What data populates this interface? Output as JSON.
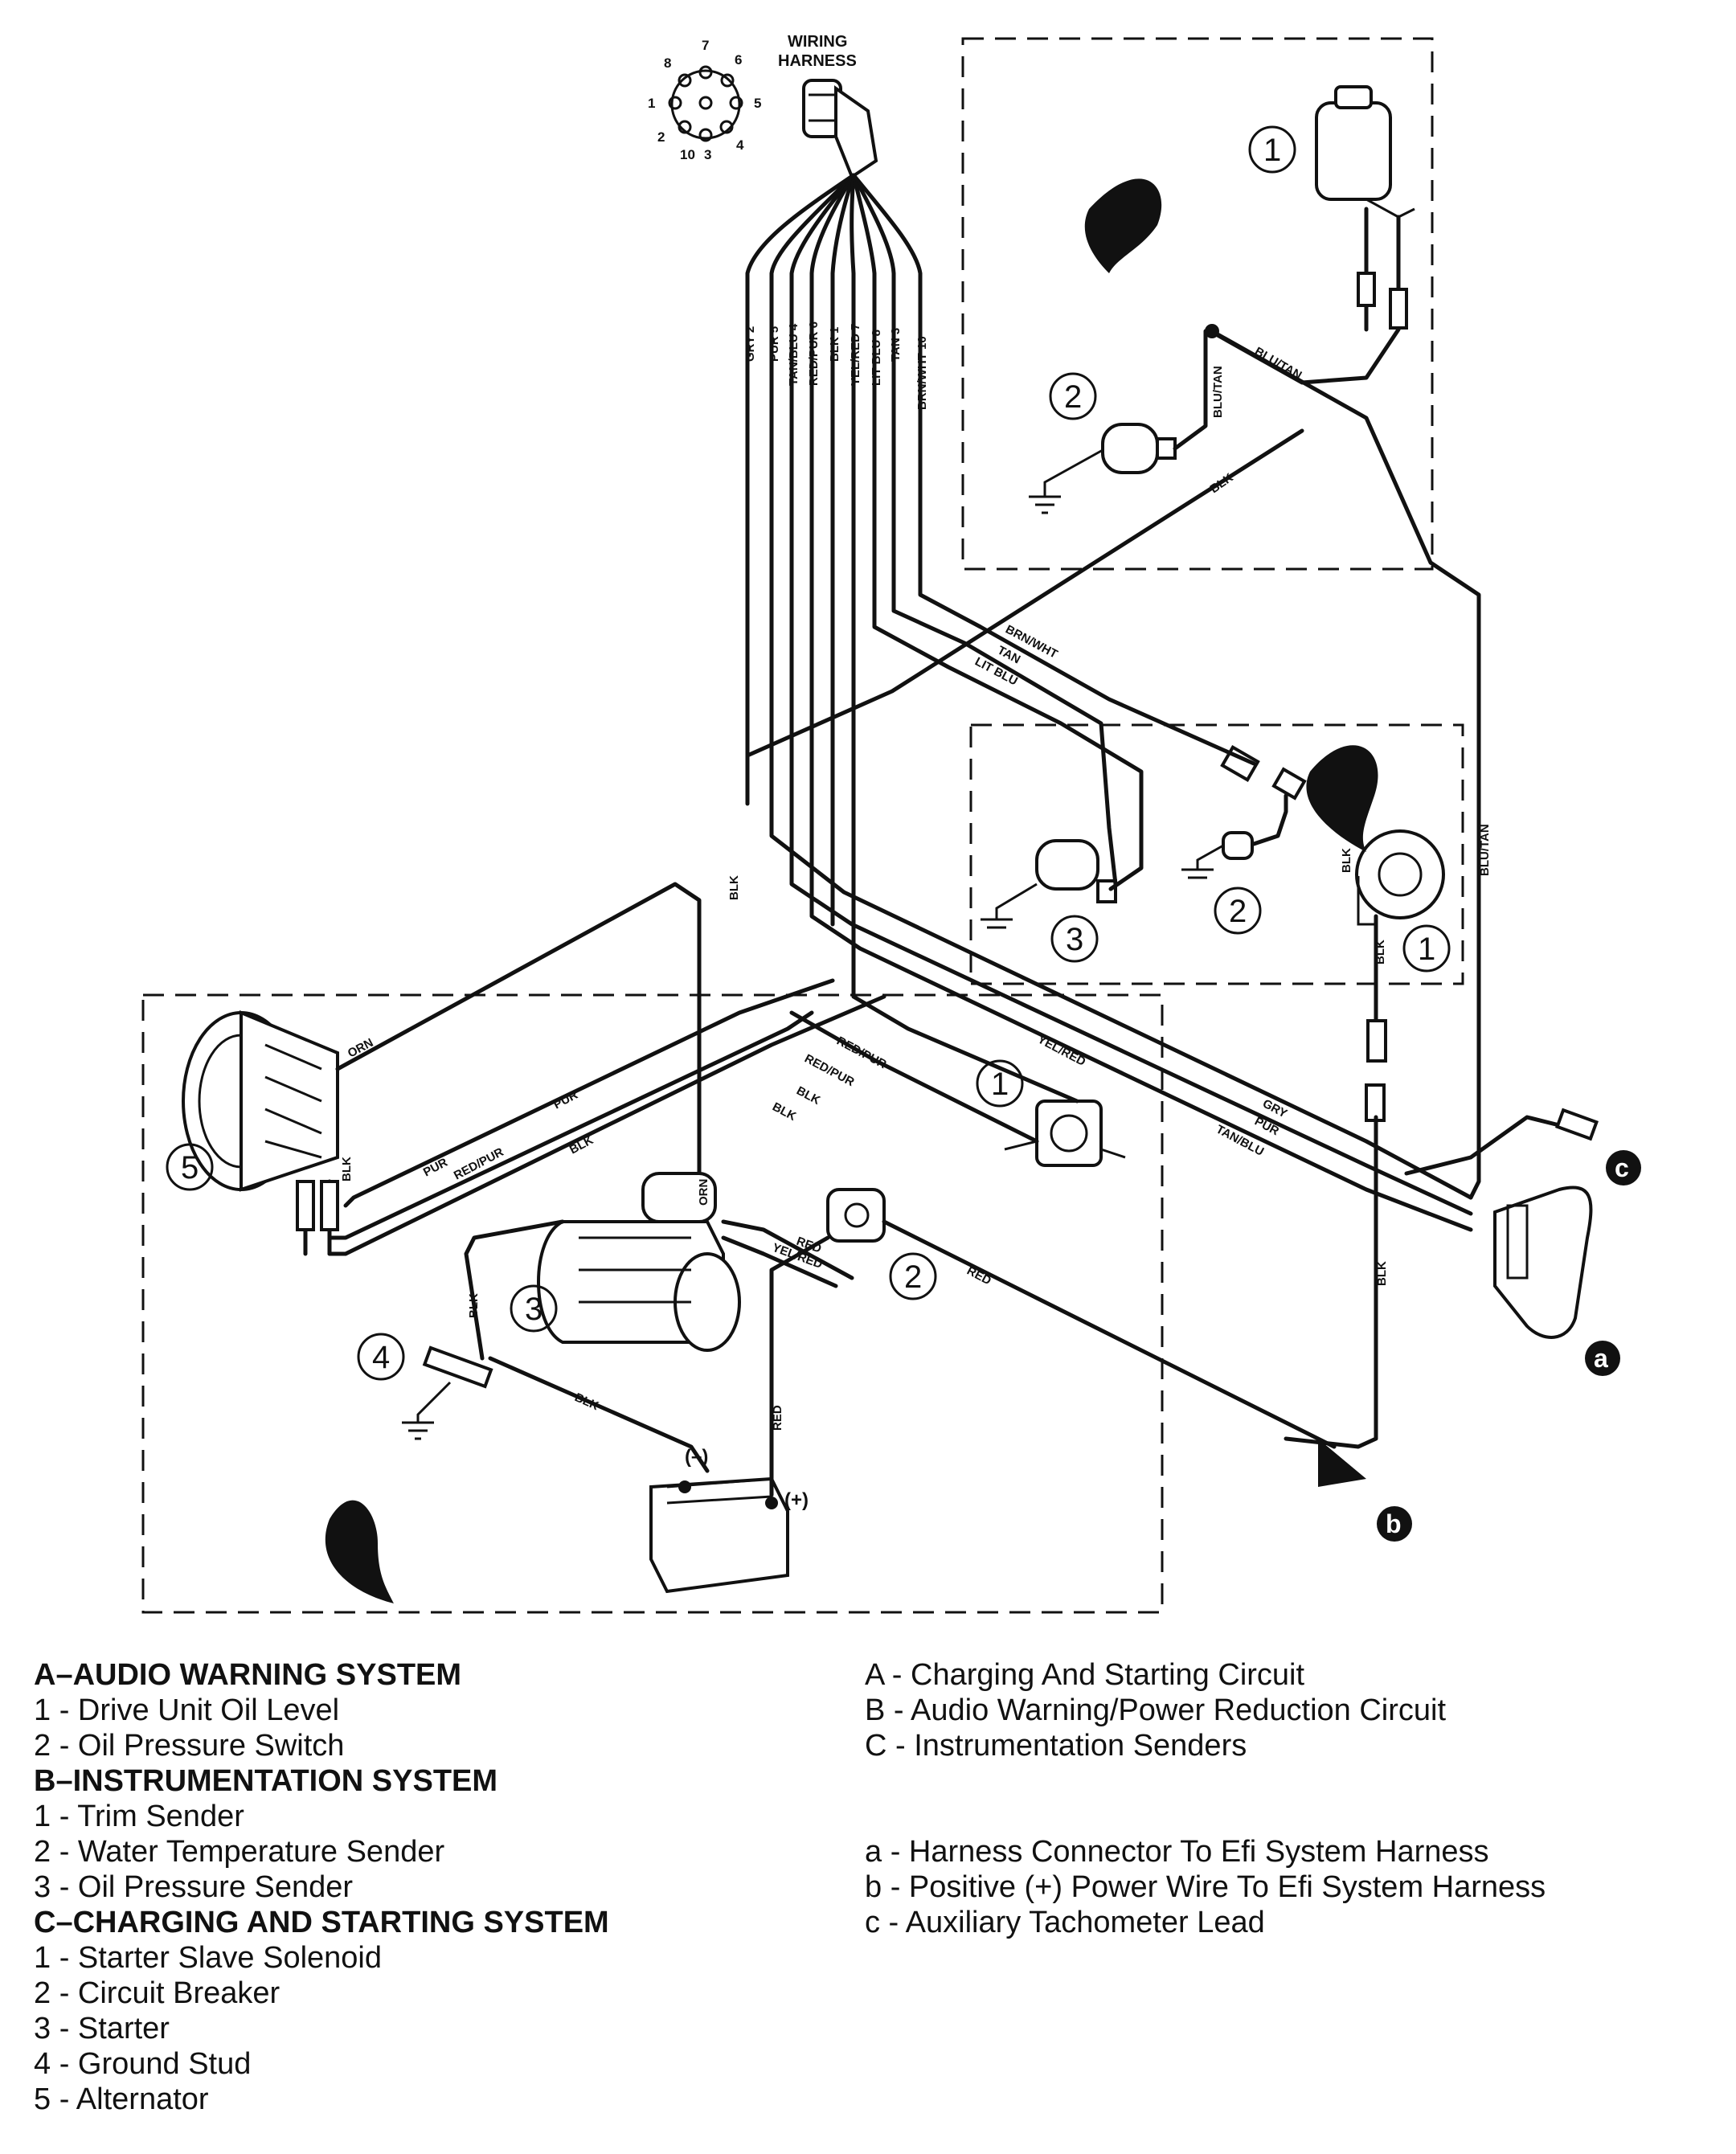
{
  "harness": {
    "title_line1": "WIRING",
    "title_line2": "HARNESS",
    "pins": [
      "1",
      "2",
      "3",
      "4",
      "5",
      "6",
      "7",
      "8",
      "10"
    ],
    "wires": [
      "GRY 2",
      "PUR 5",
      "TAN/BLU 4",
      "RED/PUR 6",
      "BLK 1",
      "YEL/RED 7",
      "LIT BLU 8",
      "TAN 3",
      "BRN/WHT 10"
    ]
  },
  "wire_labels": {
    "blu_tan": "BLU/TAN",
    "blk": "BLK",
    "brn_wht": "BRN/WHT",
    "tan": "TAN",
    "lit_blu": "LIT BLU",
    "orn": "ORN",
    "pur": "PUR",
    "red_pur": "RED/PUR",
    "yel_red": "YEL/RED",
    "red": "RED",
    "gry": "GRY",
    "tan_blu": "TAN/BLU"
  },
  "callouts": {
    "a": "a",
    "b": "b",
    "c": "c",
    "n1": "1",
    "n2": "2",
    "n3": "3",
    "n4": "4",
    "n5": "5"
  },
  "battery": {
    "neg": "(–)",
    "pos": "(+)"
  },
  "legend_left": {
    "a_head": "A–AUDIO WARNING SYSTEM",
    "a_items": [
      "1 - Drive Unit Oil Level",
      "2 - Oil Pressure Switch"
    ],
    "b_head": "B–INSTRUMENTATION SYSTEM",
    "b_items": [
      "1 - Trim Sender",
      "2 - Water Temperature Sender",
      "3 - Oil Pressure Sender"
    ],
    "c_head": "C–CHARGING AND STARTING SYSTEM",
    "c_items": [
      "1 - Starter Slave Solenoid",
      "2 - Circuit Breaker",
      "3 - Starter",
      "4 - Ground Stud",
      "5 - Alternator"
    ]
  },
  "legend_right": {
    "circuits": [
      "A - Charging And Starting Circuit",
      "B - Audio Warning/Power Reduction Circuit",
      "C - Instrumentation Senders"
    ],
    "refs": [
      "a - Harness Connector To Efi System Harness",
      "b - Positive (+) Power Wire To Efi System Harness",
      "c - Auxiliary Tachometer Lead"
    ]
  }
}
